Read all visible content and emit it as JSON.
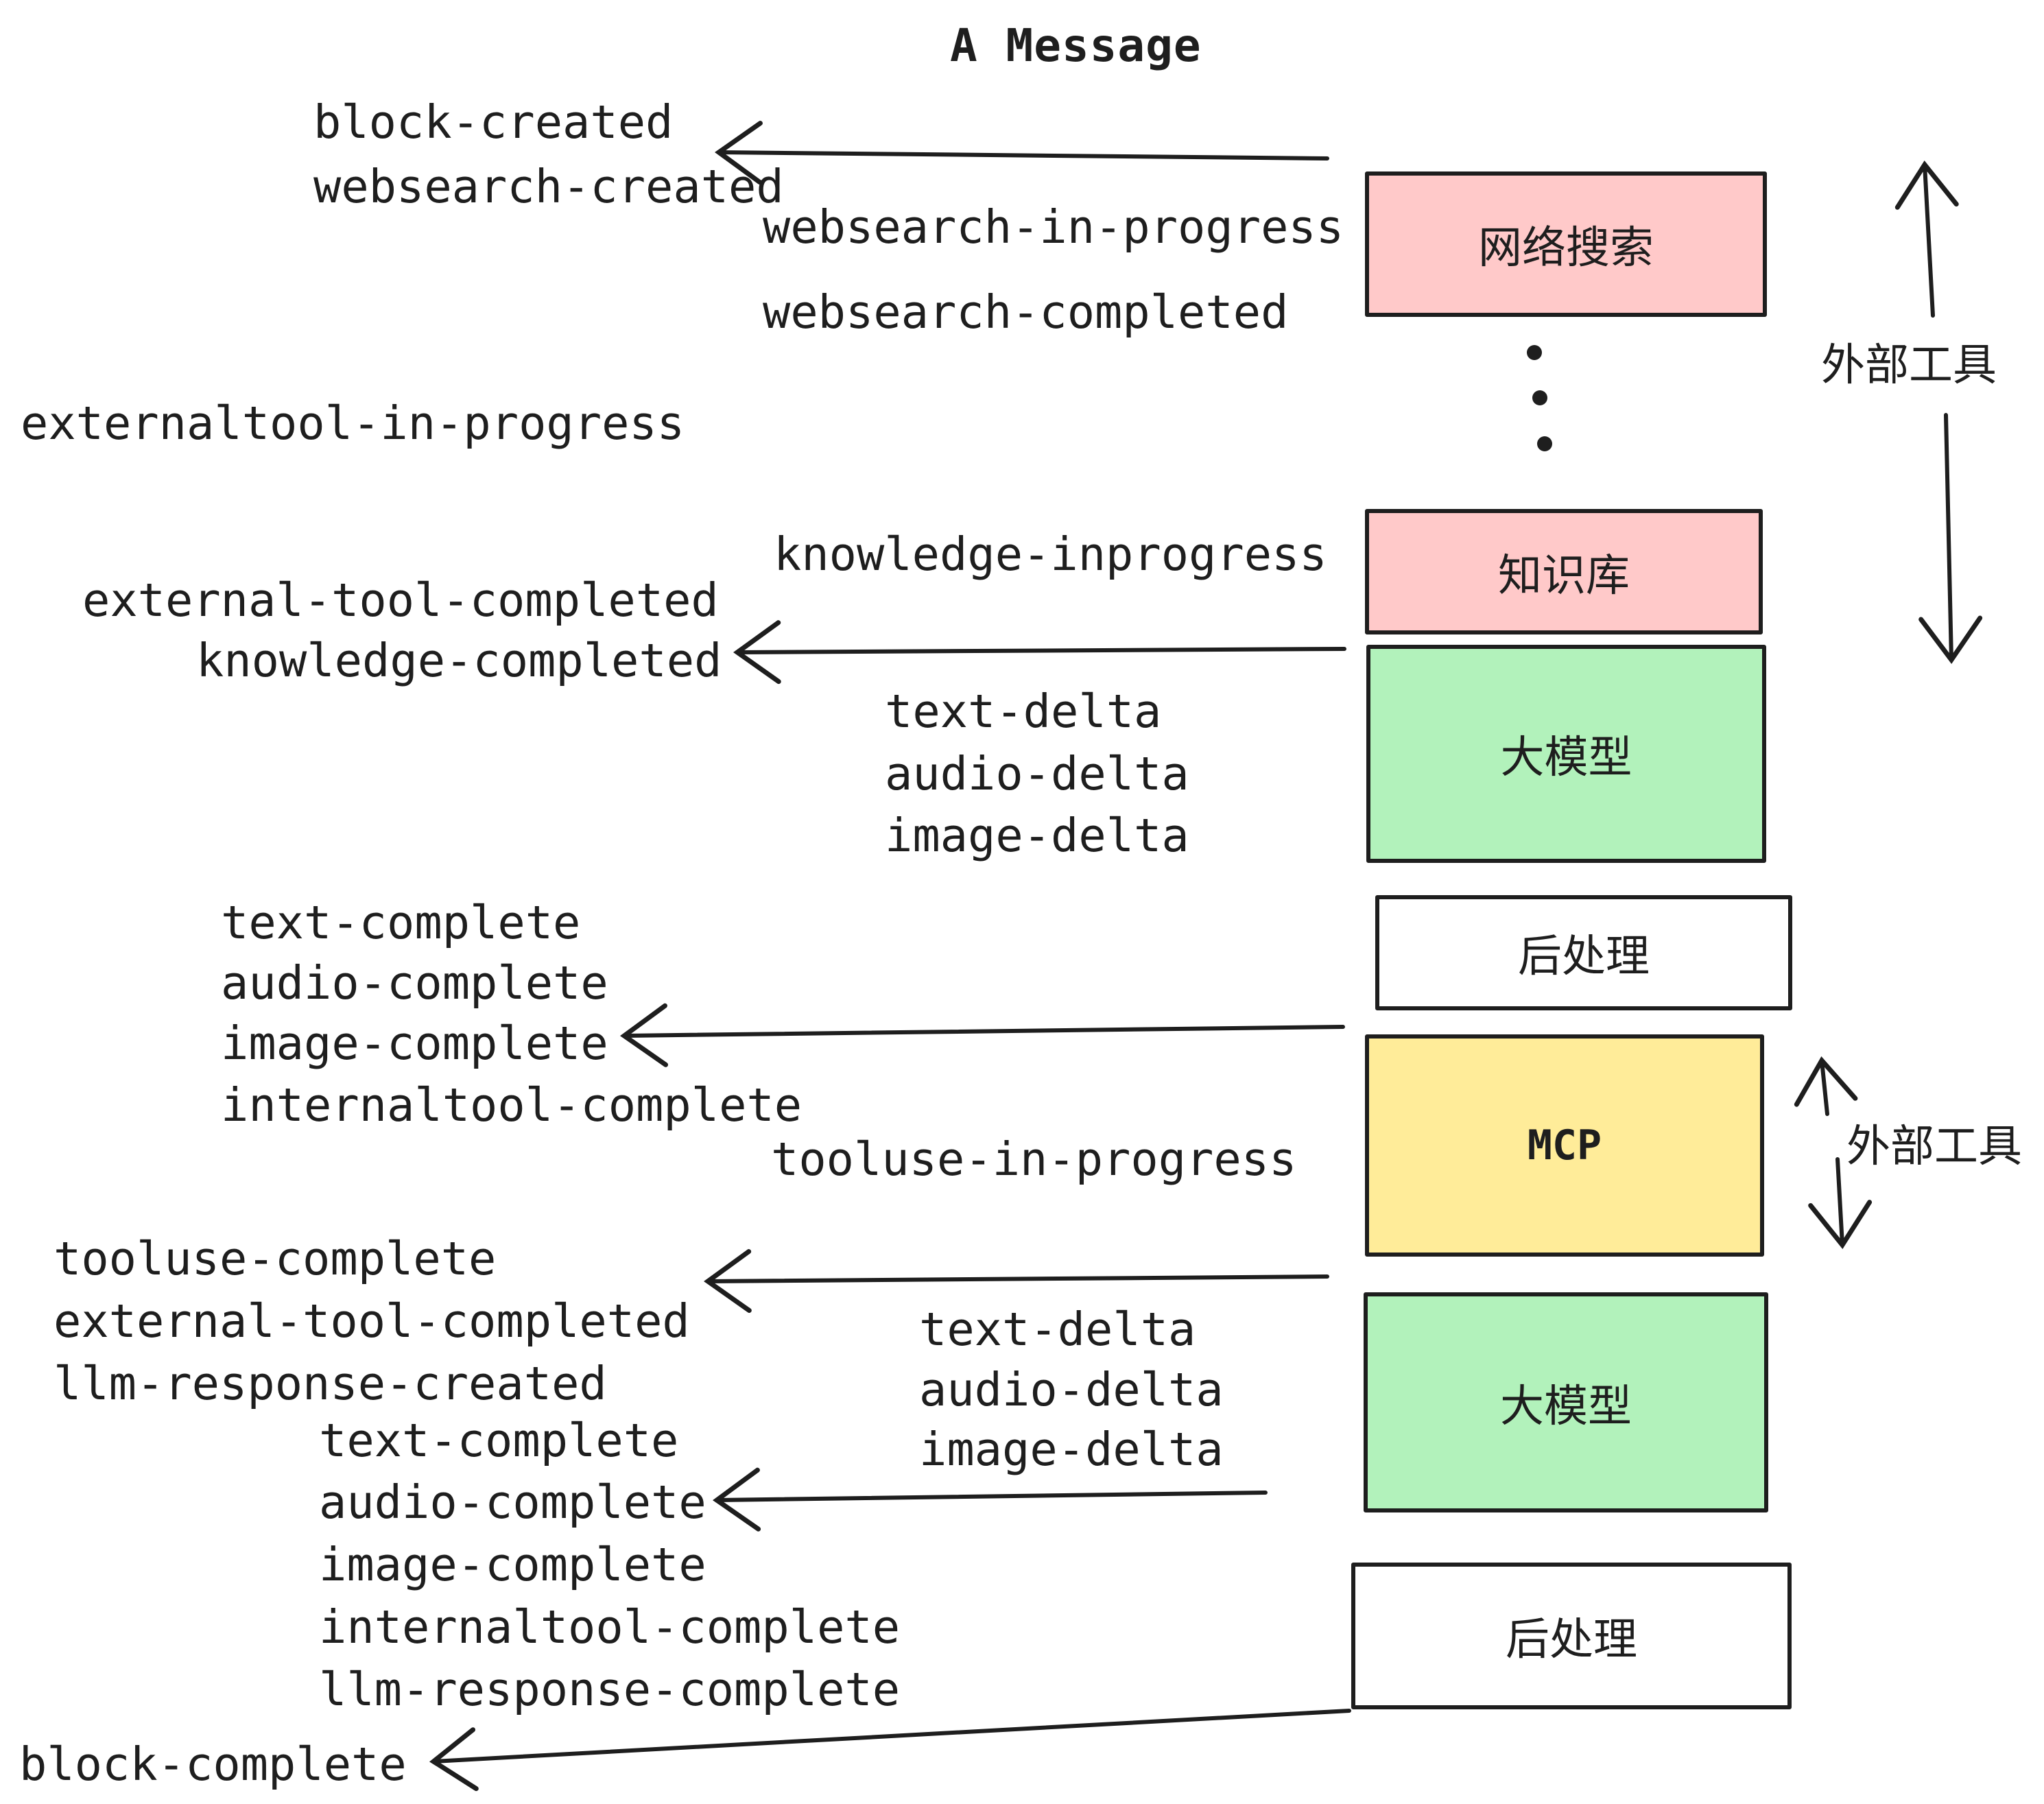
{
  "title": "A Message",
  "colors": {
    "pink": "#ffc9c9",
    "green": "#b2f2bb",
    "yellow": "#ffec99",
    "white": "#ffffff",
    "stroke": "#1e1e1e",
    "bg": "#ffffff"
  },
  "boxes": {
    "websearch": "网络搜索",
    "knowledge": "知识库",
    "llm1": "大模型",
    "post1": "后处理",
    "mcp": "MCP",
    "llm2": "大模型",
    "post2": "后处理"
  },
  "side_labels": {
    "external_tool_top": "外部工具",
    "external_tool_bottom": "外部工具"
  },
  "events": {
    "block_created": "block-created",
    "websearch_created": "websearch-created",
    "websearch_in_progress": "websearch-in-progress",
    "websearch_completed": "websearch-completed",
    "externaltool_in_progress": "externaltool-in-progress",
    "knowledge_inprogress": "knowledge-inprogress",
    "external_tool_completed_1": "external-tool-completed",
    "knowledge_completed": "knowledge-completed",
    "text_delta_1": "text-delta",
    "audio_delta_1": "audio-delta",
    "image_delta_1": "image-delta",
    "text_complete_1": "text-complete",
    "audio_complete_1": "audio-complete",
    "image_complete_1": "image-complete",
    "internaltool_complete_1": "internaltool-complete",
    "tooluse_in_progress": "tooluse-in-progress",
    "tooluse_complete": "tooluse-complete",
    "external_tool_completed_2": "external-tool-completed",
    "llm_response_created": "llm-response-created",
    "text_delta_2": "text-delta",
    "audio_delta_2": "audio-delta",
    "image_delta_2": "image-delta",
    "text_complete_2": "text-complete",
    "audio_complete_2": "audio-complete",
    "image_complete_2": "image-complete",
    "internaltool_complete_2": "internaltool-complete",
    "llm_response_complete": "llm-response-complete",
    "block_complete": "block-complete"
  }
}
